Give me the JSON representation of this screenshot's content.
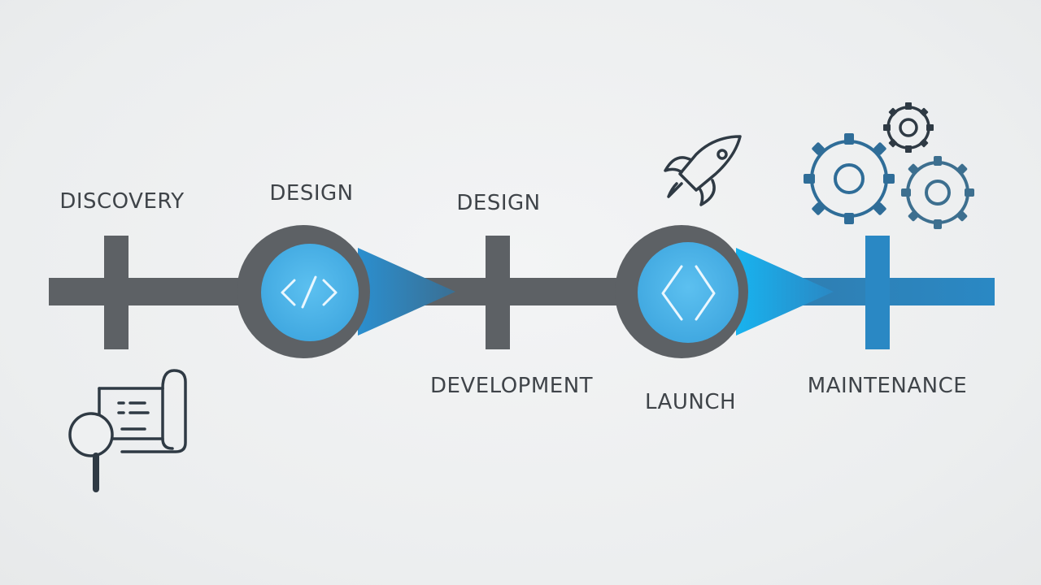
{
  "stages": [
    {
      "label": "DISCOVERY"
    },
    {
      "label": "DESIGN"
    },
    {
      "label": "DESIGN"
    },
    {
      "label": "DEVELOPMENT"
    },
    {
      "label": "LAUNCH"
    },
    {
      "label": "MAINTENANCE"
    }
  ],
  "icons": {
    "discovery": "magnifier-blueprint-icon",
    "design_node": "code-brackets-icon",
    "launch_node": "angle-brackets-icon",
    "launch": "rocket-icon",
    "maintenance": "gears-icon"
  },
  "colors": {
    "background": "#eef0f1",
    "timeline_gray": "#5d6165",
    "timeline_blue": "#2a88c4",
    "node_fill": "#4fb3e8",
    "arrow_blue": "#1fa8e8",
    "icon_dark": "#2f3a44",
    "gear_blue": "#2f6d98"
  }
}
